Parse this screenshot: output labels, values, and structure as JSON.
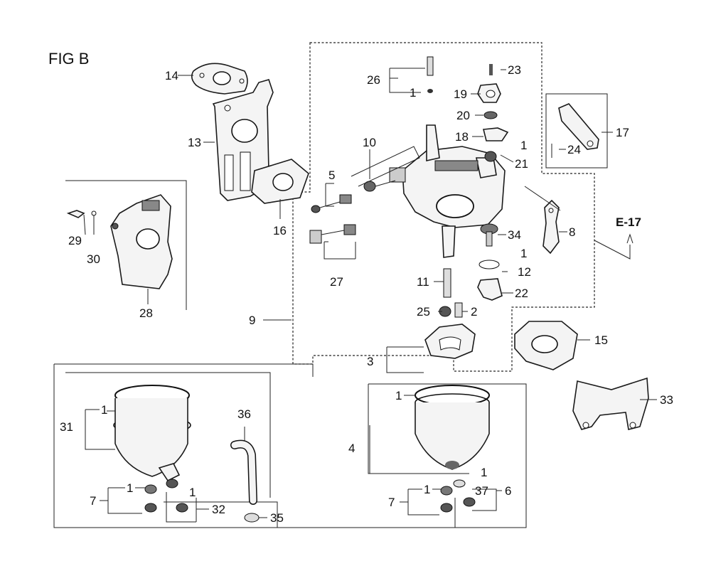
{
  "figure": {
    "title": "FIG B",
    "reference": "E-17"
  },
  "labels": [
    {
      "id": "l14",
      "text": "14"
    },
    {
      "id": "l13",
      "text": "13"
    },
    {
      "id": "l16",
      "text": "16"
    },
    {
      "id": "l5",
      "text": "5"
    },
    {
      "id": "l10",
      "text": "10"
    },
    {
      "id": "l26",
      "text": "26"
    },
    {
      "id": "l1a",
      "text": "1"
    },
    {
      "id": "l23",
      "text": "23"
    },
    {
      "id": "l19",
      "text": "19"
    },
    {
      "id": "l20",
      "text": "20"
    },
    {
      "id": "l18",
      "text": "18"
    },
    {
      "id": "l1b",
      "text": "1"
    },
    {
      "id": "l21",
      "text": "21"
    },
    {
      "id": "l17",
      "text": "17"
    },
    {
      "id": "l24",
      "text": "24"
    },
    {
      "id": "l34",
      "text": "34"
    },
    {
      "id": "l8",
      "text": "8"
    },
    {
      "id": "l1c",
      "text": "1"
    },
    {
      "id": "l12",
      "text": "12"
    },
    {
      "id": "l11",
      "text": "11"
    },
    {
      "id": "l22",
      "text": "22"
    },
    {
      "id": "l25",
      "text": "25"
    },
    {
      "id": "l2",
      "text": "2"
    },
    {
      "id": "l29",
      "text": "29"
    },
    {
      "id": "l30",
      "text": "30"
    },
    {
      "id": "l28",
      "text": "28"
    },
    {
      "id": "l27",
      "text": "27"
    },
    {
      "id": "l9",
      "text": "9"
    },
    {
      "id": "l3",
      "text": "3"
    },
    {
      "id": "l15",
      "text": "15"
    },
    {
      "id": "l33",
      "text": "33"
    },
    {
      "id": "l1d",
      "text": "1"
    },
    {
      "id": "l4",
      "text": "4"
    },
    {
      "id": "l31",
      "text": "31"
    },
    {
      "id": "l1e",
      "text": "1"
    },
    {
      "id": "l36",
      "text": "36"
    },
    {
      "id": "l7a",
      "text": "7"
    },
    {
      "id": "l1f",
      "text": "1"
    },
    {
      "id": "l1g",
      "text": "1"
    },
    {
      "id": "l32",
      "text": "32"
    },
    {
      "id": "l35",
      "text": "35"
    },
    {
      "id": "l7b",
      "text": "7"
    },
    {
      "id": "l1h",
      "text": "1"
    },
    {
      "id": "l1i",
      "text": "1"
    },
    {
      "id": "l37",
      "text": "37"
    },
    {
      "id": "l6",
      "text": "6"
    }
  ]
}
